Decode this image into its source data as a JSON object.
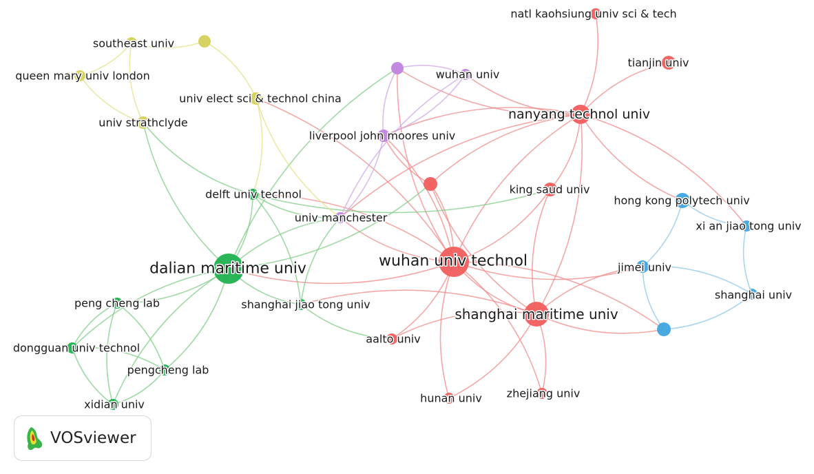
{
  "clusters": {
    "red": {
      "node": "#f25d5d",
      "edge": "#f08a8a"
    },
    "green": {
      "node": "#1fb14f",
      "edge": "#7fcc86"
    },
    "yellow": {
      "node": "#d5d15a",
      "edge": "#e4e08a"
    },
    "purple": {
      "node": "#c184df",
      "edge": "#cfa7e2"
    },
    "blue": {
      "node": "#3fa5e0",
      "edge": "#8cc6e6"
    }
  },
  "nodes": [
    {
      "id": "natl kaohsiung univ sci & tech",
      "label": "natl kaohsiung univ sci & tech",
      "cluster": "red"
    },
    {
      "id": "tianjin univ",
      "label": "tianjin univ",
      "cluster": "red"
    },
    {
      "id": "nanyang technol univ",
      "label": "nanyang technol univ",
      "cluster": "red"
    },
    {
      "id": "king saud univ",
      "label": "king saud univ",
      "cluster": "red"
    },
    {
      "id": "red-unlabeled",
      "label": "",
      "cluster": "red"
    },
    {
      "id": "wuhan univ technol",
      "label": "wuhan univ technol",
      "cluster": "red"
    },
    {
      "id": "shanghai maritime univ",
      "label": "shanghai maritime univ",
      "cluster": "red"
    },
    {
      "id": "aalto univ",
      "label": "aalto univ",
      "cluster": "red"
    },
    {
      "id": "hunan univ",
      "label": "hunan univ",
      "cluster": "red"
    },
    {
      "id": "zhejiang univ",
      "label": "zhejiang univ",
      "cluster": "red"
    },
    {
      "id": "dalian maritime univ",
      "label": "dalian maritime univ",
      "cluster": "green"
    },
    {
      "id": "delft univ technol",
      "label": "delft univ technol",
      "cluster": "green"
    },
    {
      "id": "shanghai jiao tong univ",
      "label": "shanghai jiao tong univ",
      "cluster": "green"
    },
    {
      "id": "peng cheng lab",
      "label": "peng cheng lab",
      "cluster": "green"
    },
    {
      "id": "dongguan univ technol",
      "label": "dongguan univ technol",
      "cluster": "green"
    },
    {
      "id": "pengcheng lab",
      "label": "pengcheng lab",
      "cluster": "green"
    },
    {
      "id": "xidian univ",
      "label": "xidian univ",
      "cluster": "green"
    },
    {
      "id": "southeast univ",
      "label": "southeast univ",
      "cluster": "yellow"
    },
    {
      "id": "yellow-unlabeled",
      "label": "",
      "cluster": "yellow"
    },
    {
      "id": "queen mary univ london",
      "label": "queen mary univ london",
      "cluster": "yellow"
    },
    {
      "id": "univ elect sci & technol china",
      "label": "univ elect sci & technol china",
      "cluster": "yellow"
    },
    {
      "id": "univ strathclyde",
      "label": "univ strathclyde",
      "cluster": "yellow"
    },
    {
      "id": "purple-unlabeled",
      "label": "",
      "cluster": "purple"
    },
    {
      "id": "wuhan univ",
      "label": "wuhan univ",
      "cluster": "purple"
    },
    {
      "id": "liverpool john moores univ",
      "label": "liverpool john moores univ",
      "cluster": "purple"
    },
    {
      "id": "univ manchester",
      "label": "univ manchester",
      "cluster": "purple"
    },
    {
      "id": "hong kong polytech univ",
      "label": "hong kong polytech univ",
      "cluster": "blue"
    },
    {
      "id": "xi an jiao tong univ",
      "label": "xi an jiao tong univ",
      "cluster": "blue"
    },
    {
      "id": "jimei univ",
      "label": "jimei univ",
      "cluster": "blue"
    },
    {
      "id": "shanghai univ",
      "label": "shanghai univ",
      "cluster": "blue"
    },
    {
      "id": "blue-unlabeled",
      "label": "",
      "cluster": "blue"
    }
  ],
  "edges": [
    [
      "natl kaohsiung univ sci & tech",
      "nanyang technol univ"
    ],
    [
      "tianjin univ",
      "nanyang technol univ"
    ],
    [
      "nanyang technol univ",
      "king saud univ"
    ],
    [
      "nanyang technol univ",
      "wuhan univ technol"
    ],
    [
      "nanyang technol univ",
      "shanghai maritime univ"
    ],
    [
      "nanyang technol univ",
      "red-unlabeled"
    ],
    [
      "nanyang technol univ",
      "wuhan univ"
    ],
    [
      "nanyang technol univ",
      "liverpool john moores univ"
    ],
    [
      "nanyang technol univ",
      "purple-unlabeled"
    ],
    [
      "nanyang technol univ",
      "hong kong polytech univ"
    ],
    [
      "nanyang technol univ",
      "xi an jiao tong univ"
    ],
    [
      "nanyang technol univ",
      "univ manchester"
    ],
    [
      "king saud univ",
      "wuhan univ technol"
    ],
    [
      "king saud univ",
      "shanghai maritime univ"
    ],
    [
      "red-unlabeled",
      "wuhan univ technol"
    ],
    [
      "red-unlabeled",
      "shanghai maritime univ"
    ],
    [
      "red-unlabeled",
      "liverpool john moores univ"
    ],
    [
      "wuhan univ technol",
      "shanghai maritime univ"
    ],
    [
      "wuhan univ technol",
      "aalto univ"
    ],
    [
      "wuhan univ technol",
      "hunan univ"
    ],
    [
      "wuhan univ technol",
      "zhejiang univ"
    ],
    [
      "wuhan univ technol",
      "liverpool john moores univ"
    ],
    [
      "wuhan univ technol",
      "univ manchester"
    ],
    [
      "wuhan univ technol",
      "delft univ technol"
    ],
    [
      "wuhan univ technol",
      "dalian maritime univ"
    ],
    [
      "wuhan univ technol",
      "univ elect sci & technol china"
    ],
    [
      "wuhan univ technol",
      "blue-unlabeled"
    ],
    [
      "wuhan univ technol",
      "jimei univ"
    ],
    [
      "wuhan univ technol",
      "purple-unlabeled"
    ],
    [
      "shanghai maritime univ",
      "aalto univ"
    ],
    [
      "shanghai maritime univ",
      "zhejiang univ"
    ],
    [
      "shanghai maritime univ",
      "shanghai jiao tong univ"
    ],
    [
      "shanghai maritime univ",
      "jimei univ"
    ],
    [
      "shanghai maritime univ",
      "blue-unlabeled"
    ],
    [
      "shanghai maritime univ",
      "hunan univ"
    ],
    [
      "dalian maritime univ",
      "delft univ technol"
    ],
    [
      "dalian maritime univ",
      "univ manchester"
    ],
    [
      "dalian maritime univ",
      "shanghai jiao tong univ"
    ],
    [
      "dalian maritime univ",
      "peng cheng lab"
    ],
    [
      "dalian maritime univ",
      "dongguan univ technol"
    ],
    [
      "dalian maritime univ",
      "pengcheng lab"
    ],
    [
      "dalian maritime univ",
      "xidian univ"
    ],
    [
      "dalian maritime univ",
      "univ strathclyde"
    ],
    [
      "dalian maritime univ",
      "red-unlabeled"
    ],
    [
      "dalian maritime univ",
      "purple-unlabeled"
    ],
    [
      "delft univ technol",
      "univ manchester"
    ],
    [
      "delft univ technol",
      "shanghai jiao tong univ"
    ],
    [
      "delft univ technol",
      "king saud univ"
    ],
    [
      "delft univ technol",
      "univ strathclyde"
    ],
    [
      "shanghai jiao tong univ",
      "aalto univ"
    ],
    [
      "shanghai jiao tong univ",
      "univ manchester"
    ],
    [
      "peng cheng lab",
      "dongguan univ technol"
    ],
    [
      "peng cheng lab",
      "pengcheng lab"
    ],
    [
      "peng cheng lab",
      "xidian univ"
    ],
    [
      "dongguan univ technol",
      "pengcheng lab"
    ],
    [
      "dongguan univ technol",
      "xidian univ"
    ],
    [
      "pengcheng lab",
      "xidian univ"
    ],
    [
      "southeast univ",
      "yellow-unlabeled"
    ],
    [
      "southeast univ",
      "queen mary univ london"
    ],
    [
      "southeast univ",
      "univ strathclyde"
    ],
    [
      "yellow-unlabeled",
      "univ elect sci & technol china"
    ],
    [
      "queen mary univ london",
      "univ strathclyde"
    ],
    [
      "univ elect sci & technol china",
      "delft univ technol"
    ],
    [
      "univ elect sci & technol china",
      "univ manchester"
    ],
    [
      "purple-unlabeled",
      "wuhan univ"
    ],
    [
      "purple-unlabeled",
      "liverpool john moores univ"
    ],
    [
      "wuhan univ",
      "liverpool john moores univ"
    ],
    [
      "wuhan univ",
      "univ manchester"
    ],
    [
      "liverpool john moores univ",
      "univ manchester"
    ],
    [
      "hong kong polytech univ",
      "xi an jiao tong univ"
    ],
    [
      "hong kong polytech univ",
      "jimei univ"
    ],
    [
      "xi an jiao tong univ",
      "shanghai univ"
    ],
    [
      "shanghai univ",
      "blue-unlabeled"
    ],
    [
      "jimei univ",
      "blue-unlabeled"
    ],
    [
      "jimei univ",
      "shanghai univ"
    ]
  ],
  "branding": {
    "logo_text": "VOSviewer"
  }
}
